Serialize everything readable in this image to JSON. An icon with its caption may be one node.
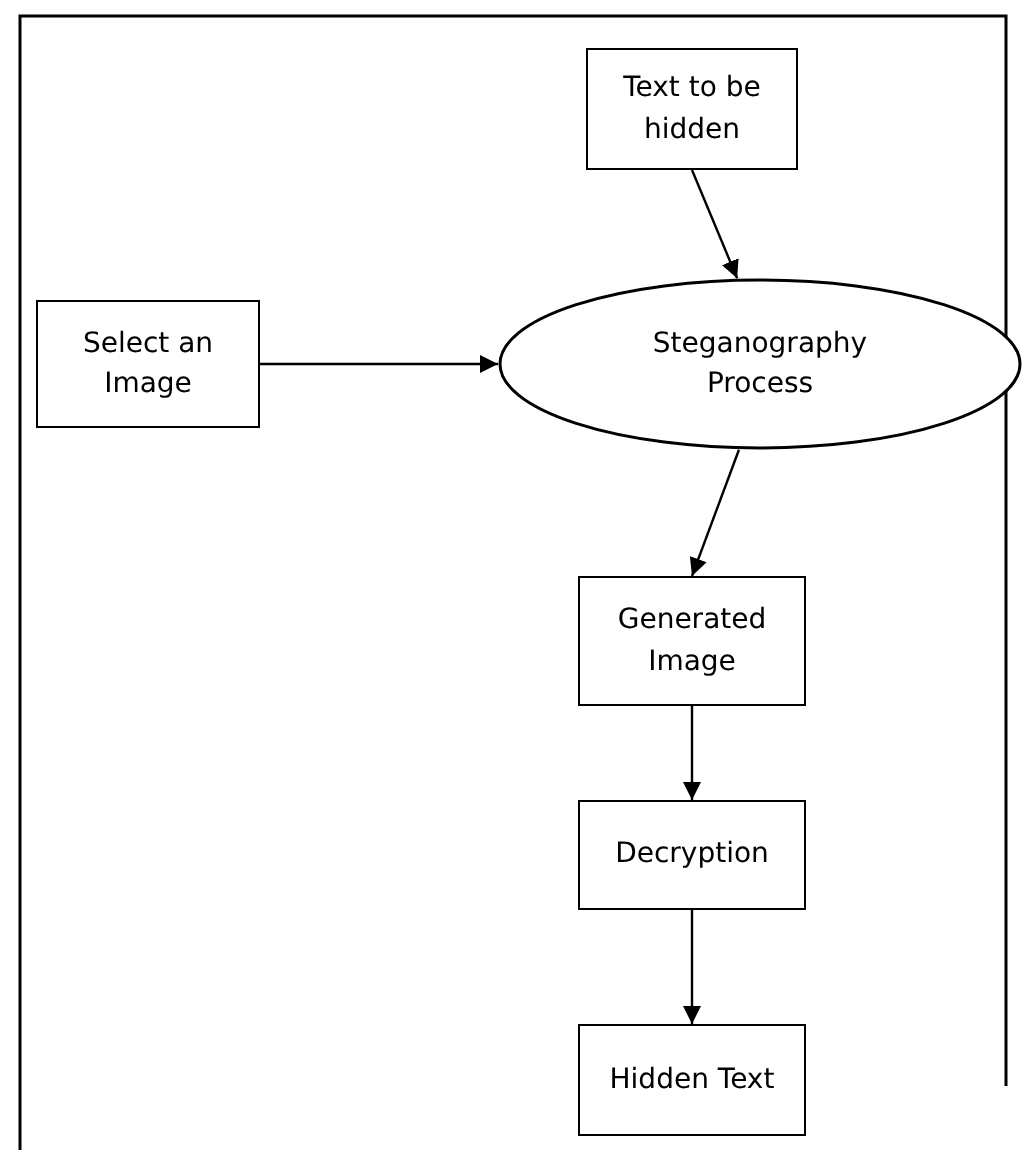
{
  "diagram": {
    "nodes": [
      {
        "text": [
          "Text to be hidden"
        ]
      },
      {
        "text": [
          "Select an Image"
        ]
      },
      {
        "text": [
          "Steganography Process"
        ]
      },
      {
        "text": [
          "Generated Image"
        ]
      },
      {
        "text": [
          "Decryption"
        ]
      },
      {
        "text": [
          "Hidden Text"
        ]
      }
    ],
    "edges": [
      {
        "from": 0,
        "to": 2,
        "arrow": "to"
      },
      {
        "from": 1,
        "to": 2,
        "arrow": "to"
      },
      {
        "from": 2,
        "to": 3,
        "arrow": "to"
      },
      {
        "from": 3,
        "to": 4,
        "arrow": "to"
      },
      {
        "from": 4,
        "to": 5,
        "arrow": "to"
      }
    ]
  }
}
